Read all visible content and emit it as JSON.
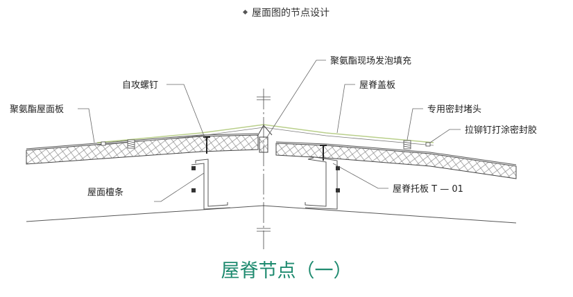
{
  "header": {
    "title": "屋面图的节点设计"
  },
  "labels": {
    "foam_fill": "聚氨酯现场发泡填充",
    "self_tapping_screw": "自攻螺钉",
    "ridge_cap": "屋脊盖板",
    "pu_roof_panel": "聚氨酯屋面板",
    "dedicated_sealing_plug": "专用密封堵头",
    "rivet_sealant": "拉铆钉打涂密封胶",
    "roof_purlin": "屋面檀条",
    "ridge_bracket": "屋脊托板 T — 01"
  },
  "caption": "屋脊节点（一）",
  "colors": {
    "caption": "#1e8a6f",
    "panel_line": "#555555",
    "ridge_cap": "#b9cf8a"
  }
}
